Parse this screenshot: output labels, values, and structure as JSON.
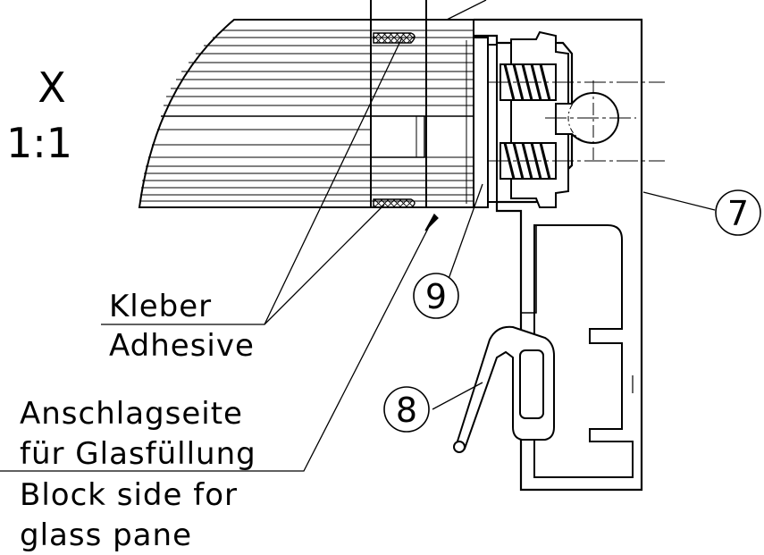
{
  "view": {
    "letter": "X",
    "scale": "1:1"
  },
  "callouts": {
    "frame": "7",
    "bead_seal": "8",
    "spacer": "9"
  },
  "labels": {
    "adhesive_de": "Kleber",
    "adhesive_en": "Adhesive",
    "block_side_de_1": "Anschlagseite",
    "block_side_de_2": "für Glasfüllung",
    "block_side_en_1": "Block side for",
    "block_side_en_2": "glass pane"
  },
  "colors": {
    "line": "#000000",
    "background": "#ffffff"
  }
}
